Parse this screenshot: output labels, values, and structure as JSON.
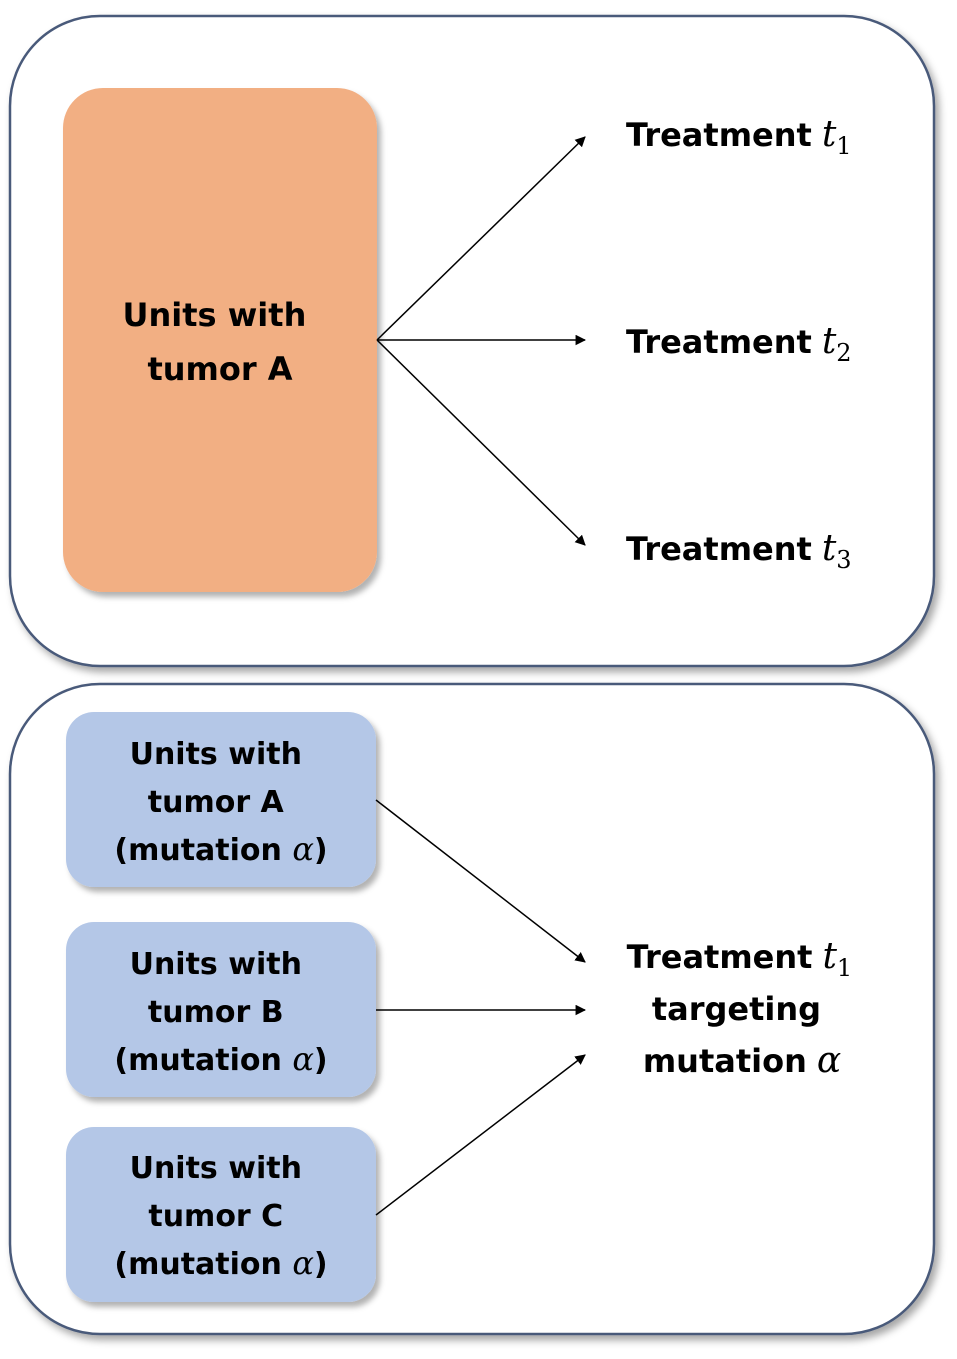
{
  "panels": {
    "top": {
      "source": {
        "lines": [
          "Units with",
          "tumor A"
        ]
      },
      "targets": [
        {
          "word": "Treatment",
          "var": "t",
          "sub": "1"
        },
        {
          "word": "Treatment",
          "var": "t",
          "sub": "2"
        },
        {
          "word": "Treatment",
          "var": "t",
          "sub": "3"
        }
      ]
    },
    "bottom": {
      "sources": [
        {
          "line1": "Units with",
          "line2": "tumor A",
          "line3_text": "(mutation ",
          "line3_math": "α",
          "line3_close": ")"
        },
        {
          "line1": "Units with",
          "line2": "tumor B",
          "line3_text": "(mutation ",
          "line3_math": "α",
          "line3_close": ")"
        },
        {
          "line1": "Units with",
          "line2": "tumor C",
          "line3_text": "(mutation ",
          "line3_math": "α",
          "line3_close": ")"
        }
      ],
      "target": {
        "line1_word": "Treatment",
        "line1_var": "t",
        "line1_sub": "1",
        "line2": "targeting",
        "line3_word": "mutation",
        "line3_math": "α"
      }
    }
  },
  "colors": {
    "panel_border": "#4a5a7a",
    "orange_box": "#f2af83",
    "blue_box": "#b4c7e7",
    "arrow": "#000000"
  }
}
